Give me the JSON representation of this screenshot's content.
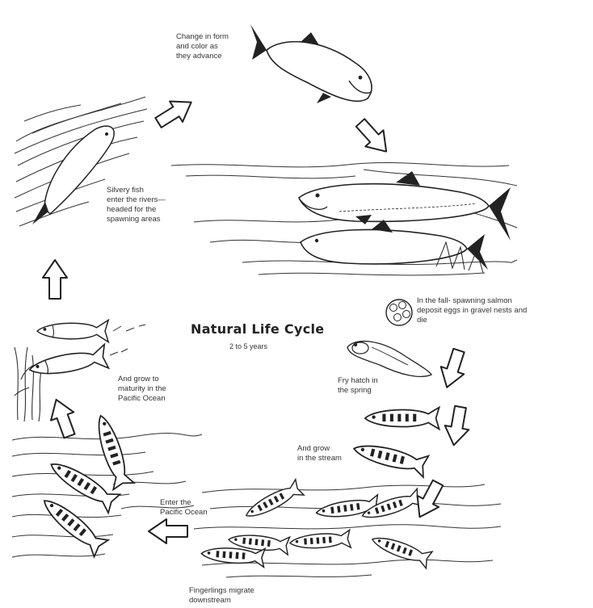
{
  "title": "Natural Life Cycle",
  "subtitle": "2 to 5 years",
  "stages": {
    "change_form": "Change in form\nand color as\nthey advance",
    "silvery_fish": "Silvery fish\nenter the rivers—\nheaded for the\nspawning areas",
    "spawning": "In the fall- spawning salmon\ndeposit eggs in gravel nests and\ndie",
    "fry_hatch": "Fry hatch in\nthe spring",
    "grow_stream": "And grow\nin the stream",
    "fingerlings": "Fingerlings migrate\ndownstream",
    "enter_ocean": "Enter the\nPacific Ocean",
    "grow_ocean": "And grow to\nmaturity in the\nPacific Ocean"
  },
  "colors": {
    "ink": "#222222",
    "background": "#ffffff"
  }
}
